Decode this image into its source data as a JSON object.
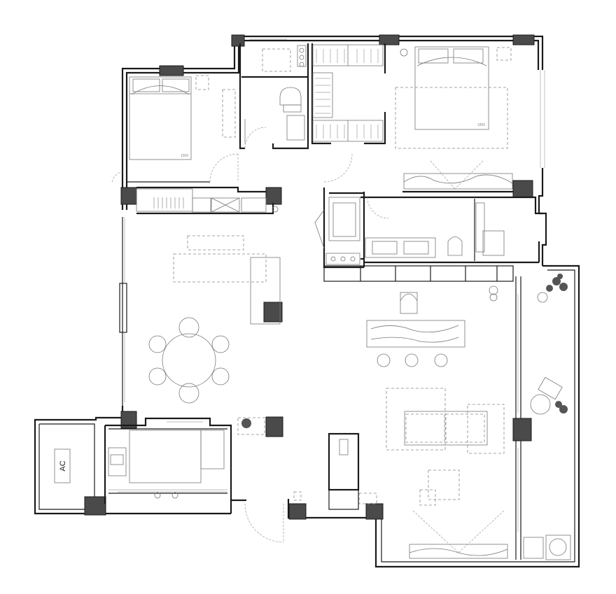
{
  "plan": {
    "labels": {
      "ac_unit": "AC",
      "bed_master_size": "1800",
      "bed_second_size": "1500"
    }
  }
}
